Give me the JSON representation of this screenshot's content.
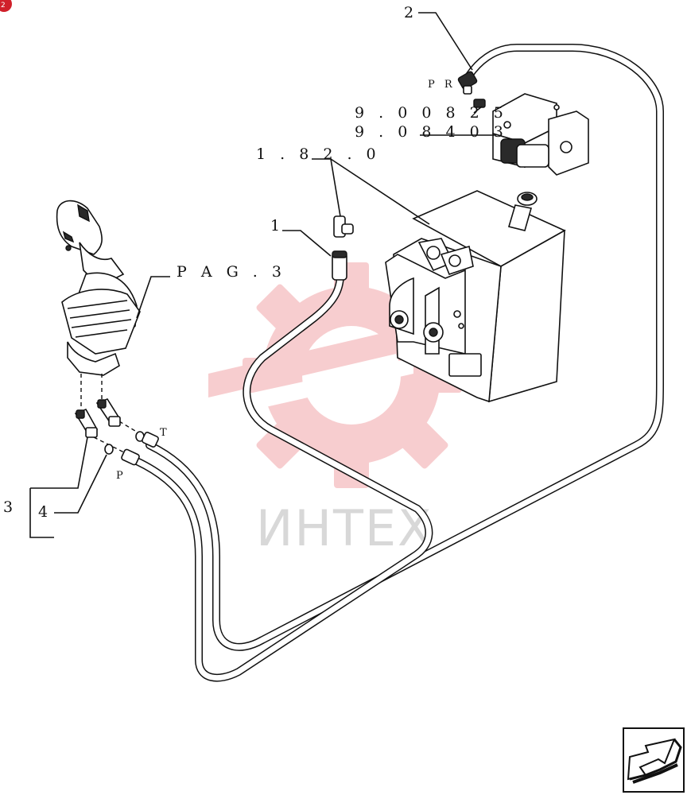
{
  "labels": {
    "part_2": "2",
    "pr": "P R",
    "ref_a": "9 . 0 0 8 2 5",
    "ref_b": "9 . 0 8 4 0 3",
    "ref_c": "1 . 8 2 . 0",
    "part_1": "1",
    "pag": "P A G . 3",
    "port_t": "T",
    "port_p": "P",
    "part_3": "3",
    "part_4": "4"
  },
  "watermark": {
    "text": "ИНТЕХ",
    "color": "#f2a6a8"
  },
  "corner_badge": {
    "icon": "red-circle-badge-icon",
    "color": "#d0202a"
  },
  "nav": {
    "icon": "next-page-arrow-icon"
  }
}
